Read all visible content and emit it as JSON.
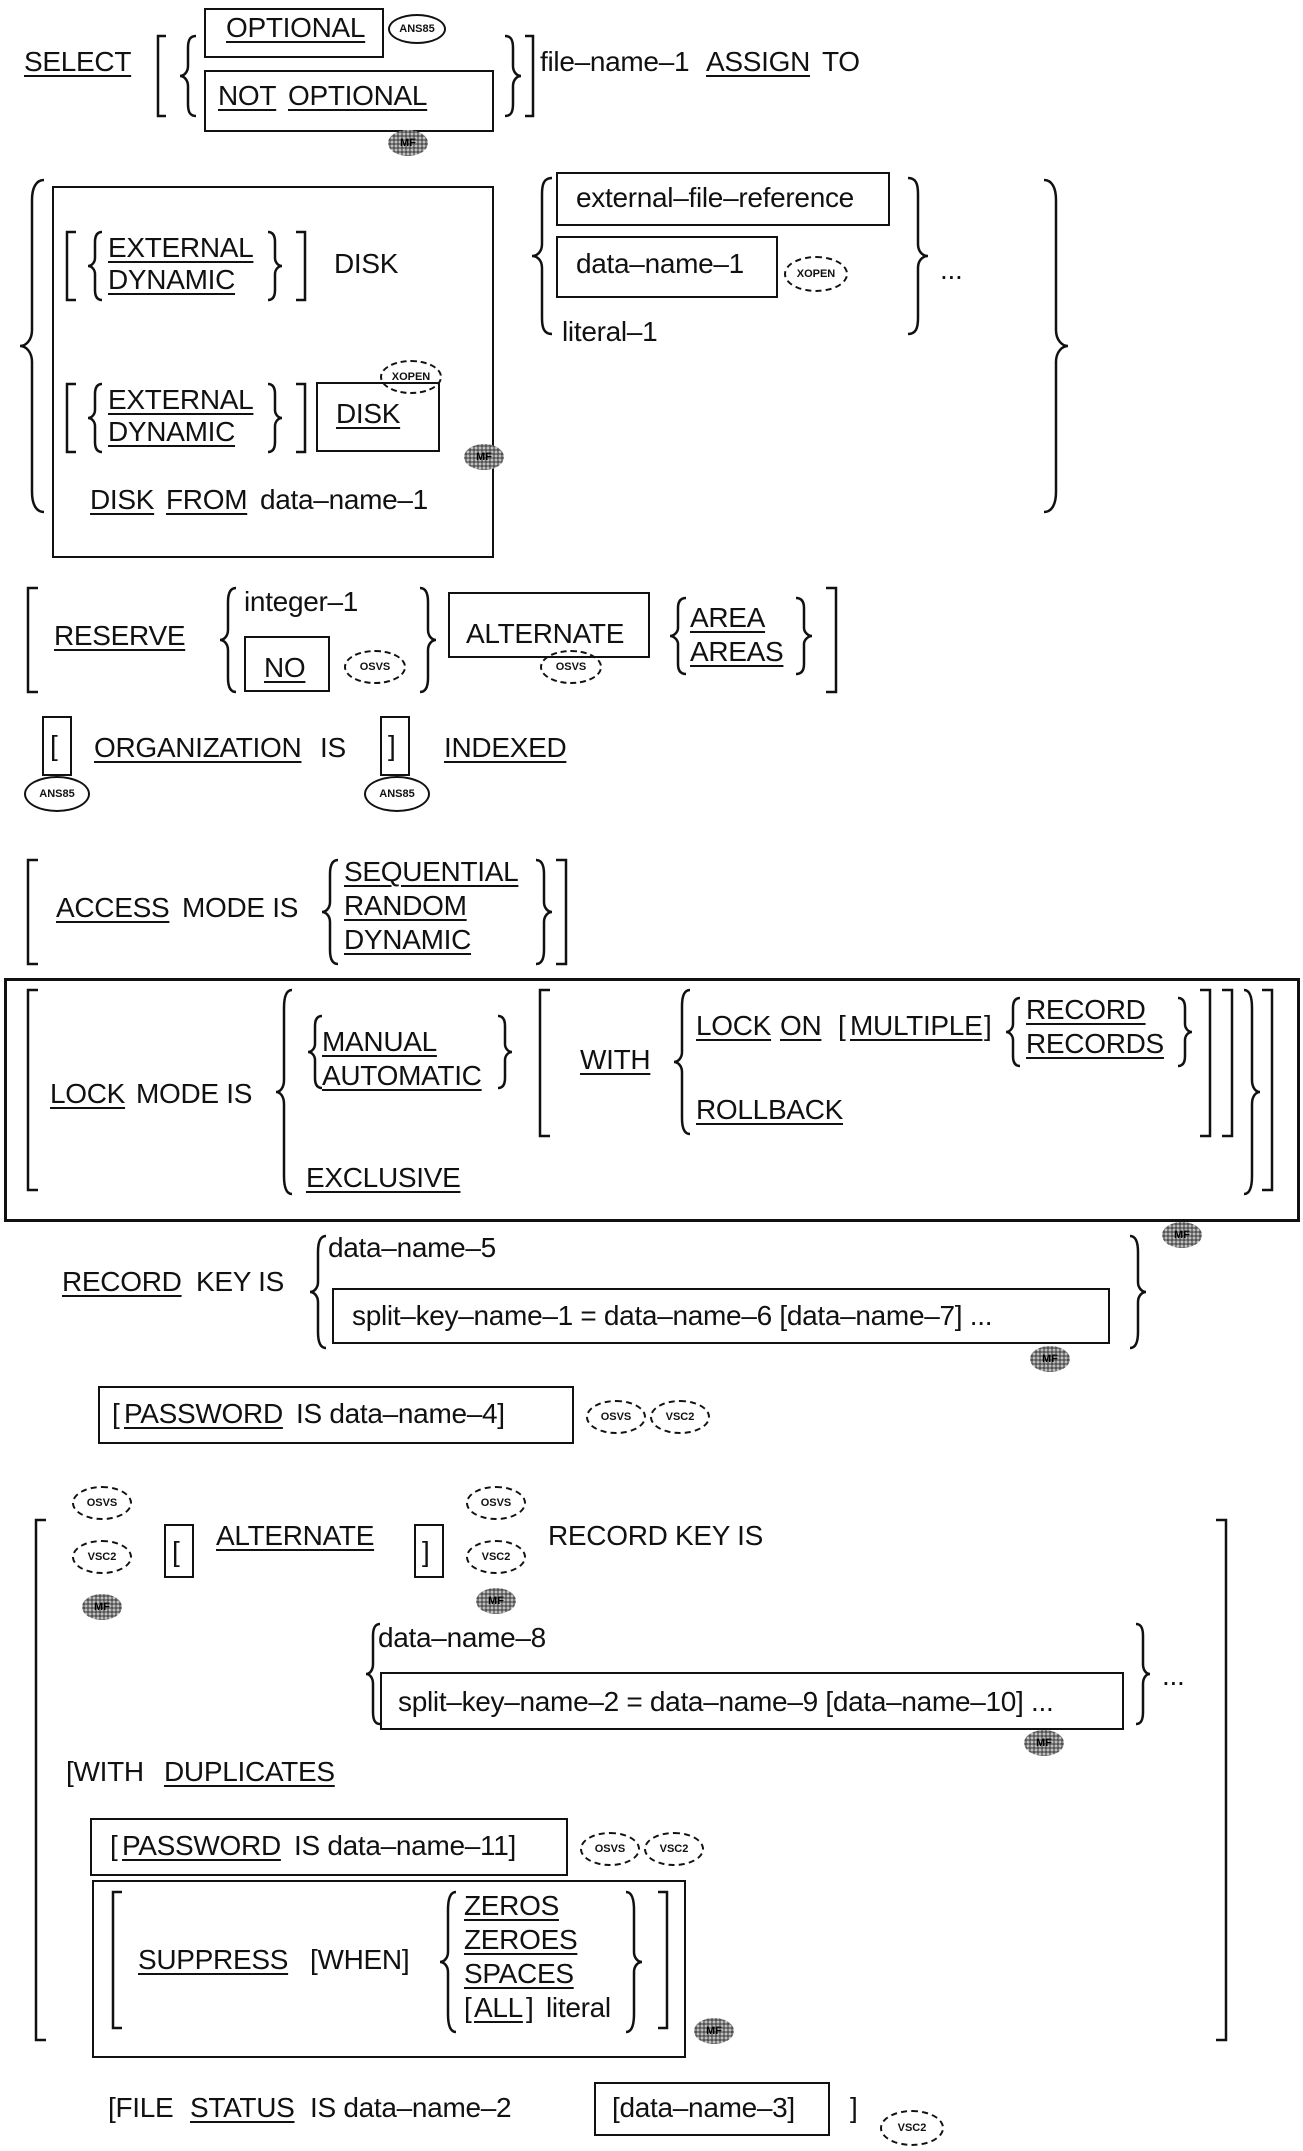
{
  "select": {
    "select_kw": "SELECT",
    "optional_kw": "OPTIONAL",
    "not_kw": "NOT",
    "optional2_kw": "OPTIONAL",
    "file_name": "file–name–1",
    "assign_kw": "ASSIGN",
    "to_word": "TO"
  },
  "assign": {
    "external_kw": "EXTERNAL",
    "dynamic_kw": "DYNAMIC",
    "disk_word": "DISK",
    "external2_kw": "EXTERNAL",
    "dynamic2_kw": "DYNAMIC",
    "disk2_kw": "DISK",
    "disk3_kw": "DISK",
    "from_kw": "FROM",
    "data_name_1_word": "data–name–1",
    "ext_file_ref": "external–file–reference",
    "data_name_1": "data–name–1",
    "literal_1": "literal–1",
    "ellipsis": "..."
  },
  "reserve": {
    "reserve_kw": "RESERVE",
    "integer_1": "integer–1",
    "no_kw": "NO",
    "alternate_word": "ALTERNATE",
    "area_kw": "AREA",
    "areas_kw": "AREAS"
  },
  "organization": {
    "open_bracket": "[",
    "organization_kw": "ORGANIZATION",
    "is_word": "IS",
    "close_bracket": "]",
    "indexed_kw": "INDEXED"
  },
  "access": {
    "access_kw": "ACCESS",
    "mode_is": "MODE IS",
    "sequential_kw": "SEQUENTIAL",
    "random_kw": "RANDOM",
    "dynamic_kw": "DYNAMIC"
  },
  "lock": {
    "lock_kw": "LOCK",
    "mode_is": "MODE IS",
    "manual_kw": "MANUAL",
    "automatic_kw": "AUTOMATIC",
    "with_kw": "WITH",
    "lock2_kw": "LOCK",
    "on_kw": "ON",
    "multiple_open": "[",
    "multiple_kw": "MULTIPLE",
    "multiple_close": "]",
    "record_kw": "RECORD",
    "records_kw": "RECORDS",
    "rollback_kw": "ROLLBACK",
    "exclusive_kw": "EXCLUSIVE"
  },
  "record_key": {
    "record_kw": "RECORD",
    "key_is": "KEY IS",
    "data_name_5": "data–name–5",
    "split_key": "split–key–name–1 = data–name–6 [data–name–7] ...",
    "pw_open": "[",
    "password_kw": "PASSWORD",
    "pw_rest": "IS data–name–4]"
  },
  "alt_key": {
    "open_bracket": "[",
    "alternate_kw": "ALTERNATE",
    "close_bracket": "]",
    "record_key_is": "RECORD KEY IS",
    "data_name_8": "data–name–8",
    "split_key": "split–key–name–2 = data–name–9 [data–name–10] ...",
    "ellipsis": "...",
    "with_open": "[WITH",
    "duplicates_kw": "DUPLICATES",
    "pw_open": "[",
    "password_kw": "PASSWORD",
    "pw_rest": "IS data–name–11]",
    "suppress_kw": "SUPPRESS",
    "when_word": "[WHEN]",
    "zeros_kw": "ZEROS",
    "zeroes_kw": "ZEROES",
    "spaces_kw": "SPACES",
    "all_open": "[",
    "all_kw": "ALL",
    "all_close": "]",
    "literal_word": "literal"
  },
  "file_status": {
    "open_word": "[FILE",
    "status_kw": "STATUS",
    "rest": "IS data–name–2",
    "data_name_3": "[data–name–3]",
    "close_bracket": "]"
  },
  "badges": {
    "ans85": "ANS85",
    "osvs": "OSVS",
    "vsc2": "VSC2",
    "xopen": "XOPEN",
    "mf": "MF"
  }
}
